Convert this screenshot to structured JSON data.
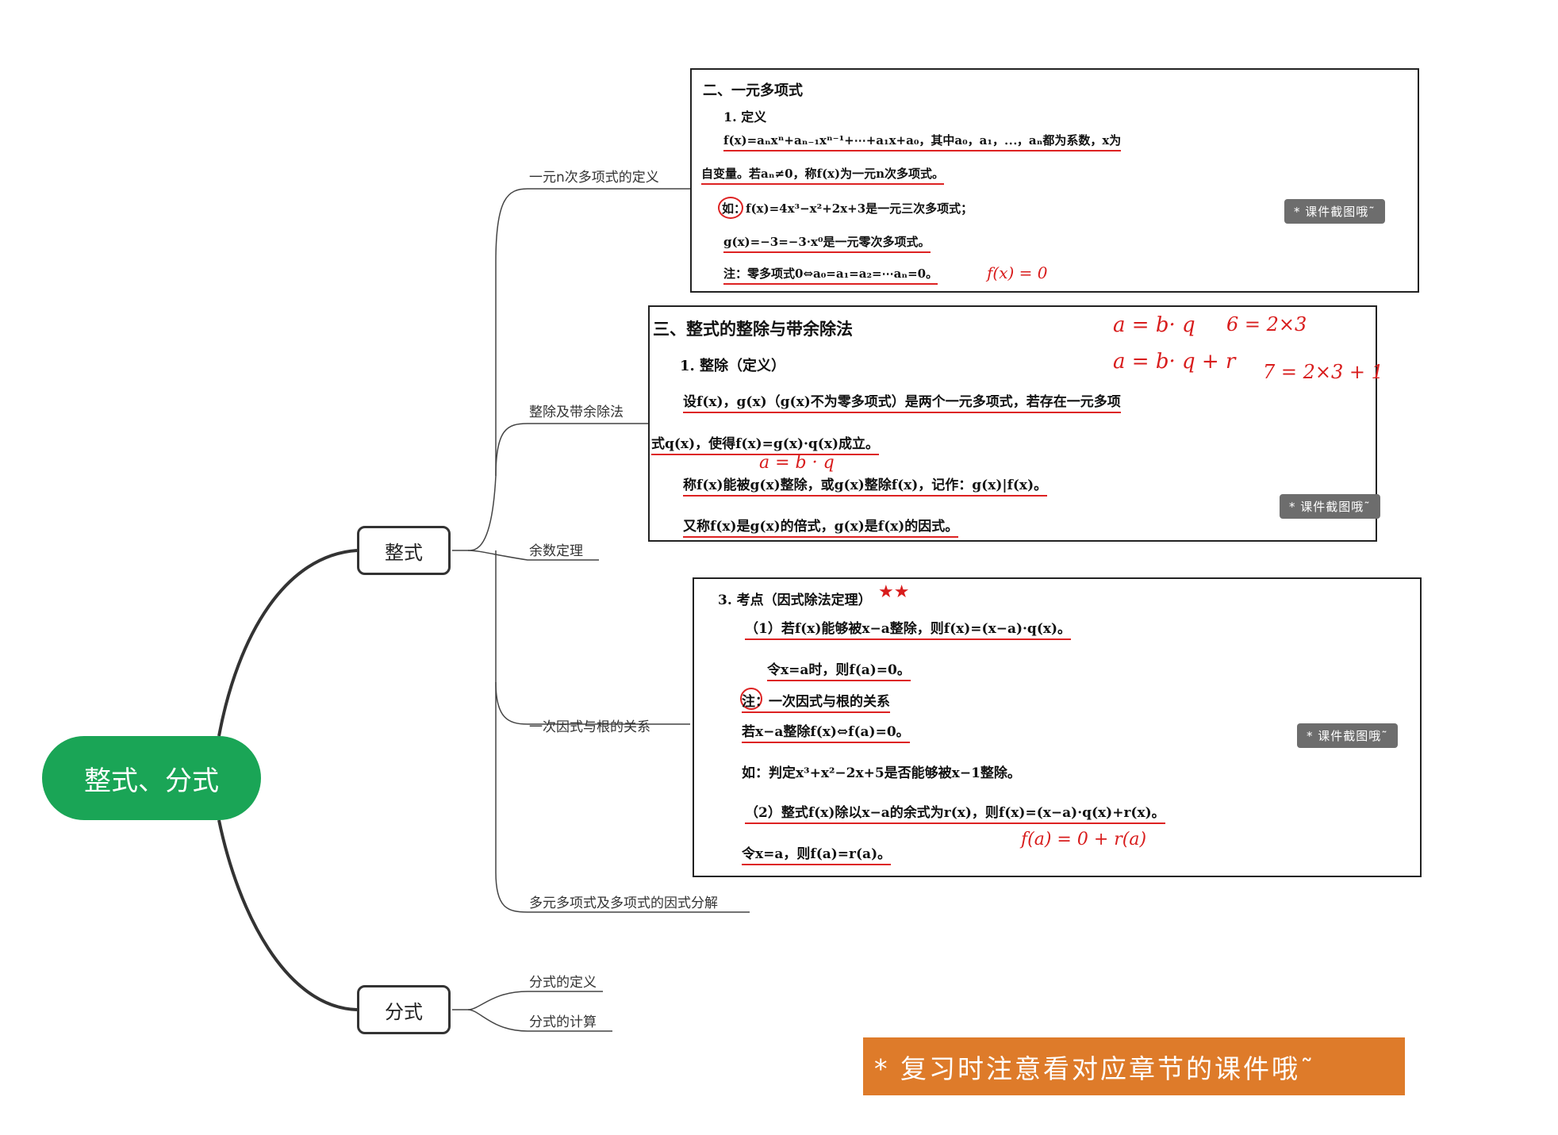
{
  "root": {
    "label": "整式、分式"
  },
  "branches": {
    "zhengshi": {
      "label": "整式"
    },
    "fenshi": {
      "label": "分式"
    }
  },
  "leaves": {
    "def": "一元n次多项式的定义",
    "div": "整除及带余除法",
    "rem": "余数定理",
    "factor": "一次因式与根的关系",
    "multi": "多元多项式及多项式的因式分解",
    "frac_def": "分式的定义",
    "frac_calc": "分式的计算"
  },
  "screenshot_tag": "* 课件截图哦˜",
  "shot1": {
    "heading": "二、一元多项式",
    "sub": "1. 定义",
    "l1": "f(x)=aₙxⁿ+aₙ₋₁xⁿ⁻¹+⋯+a₁x+a₀，其中a₀，a₁，⋯，aₙ都为系数，x为",
    "l2": "自变量。若aₙ≠0，称f(x)为一元n次多项式。",
    "l3": "如：f(x)=4x³−x²+2x+3是一元三次多项式；",
    "l4": "g(x)=−3=−3·x⁰是一元零次多项式。",
    "l5": "注：零多项式0⇔a₀=a₁=a₂=⋯aₙ=0。",
    "hand": "f(x) = 0"
  },
  "shot2": {
    "heading": "三、整式的整除与带余除法",
    "sub": "1. 整除（定义）",
    "l1": "设f(x)，g(x)（g(x)不为零多项式）是两个一元多项式，若存在一元多项",
    "l2": "式q(x)，使得f(x)=g(x)·q(x)成立。",
    "l3": "称f(x)能被g(x)整除，或g(x)整除f(x)，记作：g(x)|f(x)。",
    "l4": "又称f(x)是g(x)的倍式，g(x)是f(x)的因式。",
    "hand1": "a = b· q",
    "hand2": "6 = 2×3",
    "hand3": "a = b· q + r",
    "hand4": "7 = 2×3 + 1",
    "hand5": "a = b · q"
  },
  "shot3": {
    "heading": "3. 考点（因式除法定理）",
    "stars": "★★",
    "l1": "（1）若f(x)能够被x−a整除，则f(x)=(x−a)·q(x)。",
    "l2": "令x=a时，则f(a)=0。",
    "l3": "注：一次因式与根的关系",
    "l4": "若x−a整除f(x)⇔f(a)=0。",
    "l5": "如：判定x³+x²−2x+5是否能够被x−1整除。",
    "l6": "（2）整式f(x)除以x−a的余式为r(x)，则f(x)=(x−a)·q(x)+r(x)。",
    "l7": "令x=a，则f(a)=r(a)。",
    "hand": "f(a) = 0 + r(a)"
  },
  "footer_note": "*  复习时注意看对应章节的课件哦˜",
  "colors": {
    "root": "#1aa556",
    "note": "#de7b2a",
    "tag": "#6d6d6d",
    "ink": "#d81c1c"
  }
}
